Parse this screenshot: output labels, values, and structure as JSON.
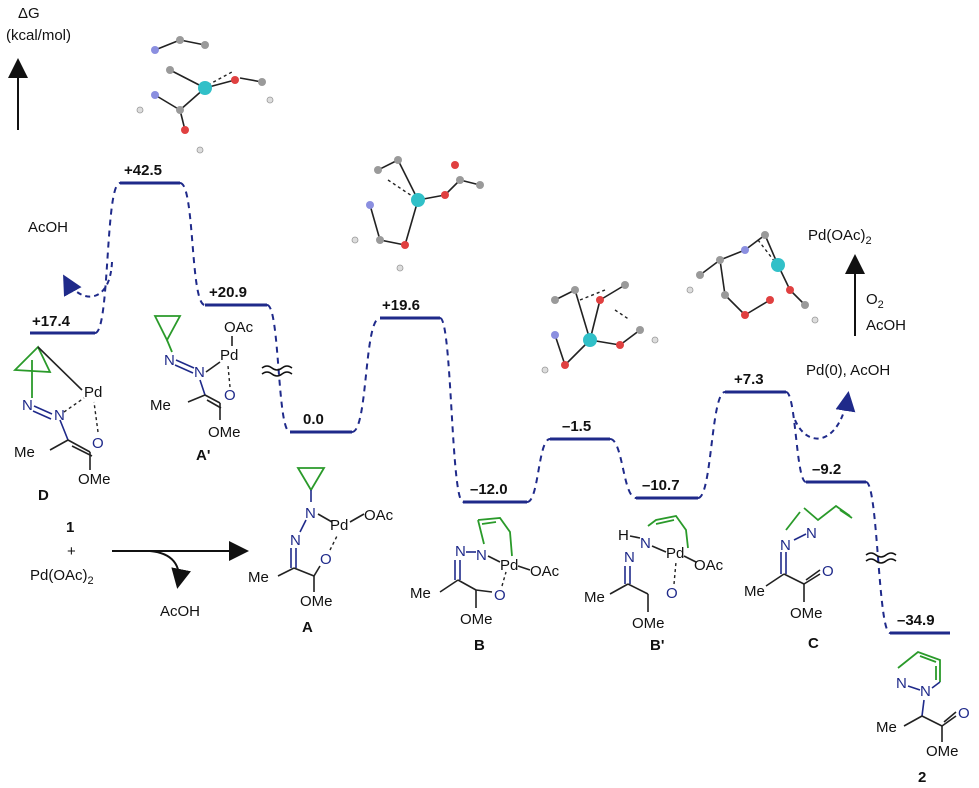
{
  "axis": {
    "line1": "ΔG",
    "line2": "(kcal/mol)"
  },
  "levels": [
    {
      "id": "D",
      "energy": "+17.4"
    },
    {
      "id": "TS1",
      "energy": "+42.5"
    },
    {
      "id": "A_prime",
      "energy": "+20.9"
    },
    {
      "id": "A",
      "energy": "0.0"
    },
    {
      "id": "TS2",
      "energy": "+19.6"
    },
    {
      "id": "B",
      "energy": "–12.0"
    },
    {
      "id": "TS3",
      "energy": "–1.5"
    },
    {
      "id": "B_prime",
      "energy": "–10.7"
    },
    {
      "id": "TS4",
      "energy": "+7.3"
    },
    {
      "id": "C",
      "energy": "–9.2"
    },
    {
      "id": "P2",
      "energy": "–34.9"
    }
  ],
  "annotations": {
    "acoh_left": "AcOH",
    "pdoac2_right": "Pd(OAc)",
    "pdoac2_sub": "2",
    "o2": "O",
    "o2_sub": "2",
    "acoh_right": "AcOH",
    "pd0_acoh": "Pd(0), AcOH"
  },
  "reaction": {
    "reagent1": "1",
    "plus": "+",
    "reagent2": "Pd(OAc)",
    "reagent2_sub": "2",
    "byproduct": "AcOH"
  },
  "compound_labels": {
    "D": "D",
    "A_prime": "A'",
    "A": "A",
    "B": "B",
    "B_prime": "B'",
    "C": "C",
    "P2": "2"
  },
  "atoms": {
    "Pd": "Pd",
    "N": "N",
    "O": "O",
    "OAc": "OAc",
    "Me": "Me",
    "OMe": "OMe",
    "H": "H"
  }
}
